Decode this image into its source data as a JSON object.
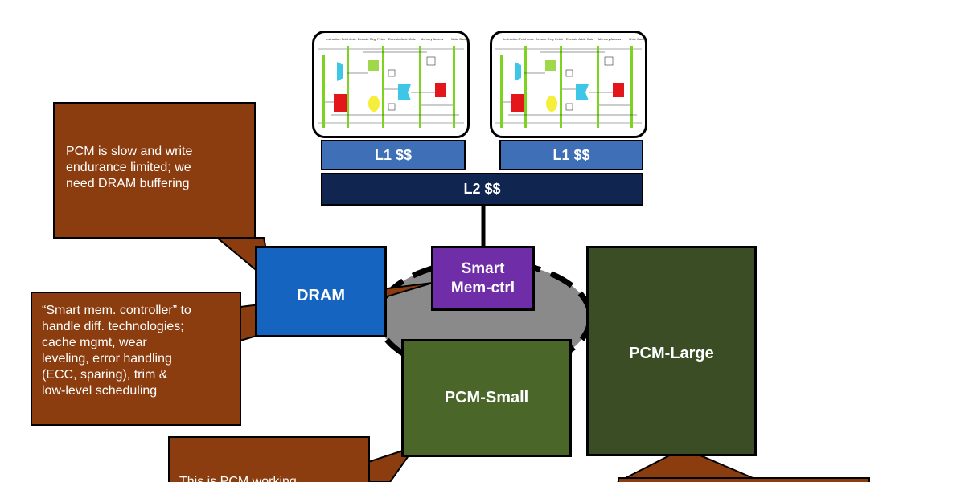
{
  "colors": {
    "callout_fill": "#8b3d0f",
    "l1_fill": "#3f6fb6",
    "l2_fill": "#10254f",
    "dram_fill": "#1565c0",
    "memctrl_fill": "#6f2da8",
    "pcm_small_fill": "#4a6629",
    "pcm_large_fill": "#3b4d24",
    "hub_fill": "#8a8a8a",
    "core_pipeline_green": "#7ed321",
    "core_red_block": "#e3161c",
    "core_cyan": "#3ec6e6",
    "core_yellow": "#f5ee3a"
  },
  "diagram": {
    "cores": [
      {
        "stage_headers": [
          "Instruction Fetch",
          "Instr. Decode Reg. Fetch",
          "Execute Addr. Calc",
          "Memory Access",
          "Write Back"
        ]
      },
      {
        "stage_headers": [
          "Instruction Fetch",
          "Instr. Decode Reg. Fetch",
          "Execute Addr. Calc",
          "Memory Access",
          "Write Back"
        ]
      }
    ],
    "l1_caches": [
      {
        "label": "L1 $$"
      },
      {
        "label": "L1 $$"
      }
    ],
    "l2_cache": {
      "label": "L2 $$"
    },
    "mem_ctrl": {
      "label_line1": "Smart",
      "label_line2": "Mem-ctrl"
    },
    "dram": {
      "label": "DRAM"
    },
    "pcm_small": {
      "label": "PCM-Small"
    },
    "pcm_large": {
      "label": "PCM-Large"
    },
    "callouts": {
      "dram_buffering": {
        "lines": [
          "PCM is slow and write",
          "endurance limited; we",
          "need DRAM buffering"
        ]
      },
      "smart_controller": {
        "lines": [
          "“Smart mem. controller” to",
          "handle diff. technologies;",
          "cache mgmt, wear",
          "leveling, error handling",
          "(ECC, sparing), trim &",
          "low-level scheduling"
        ]
      },
      "pcm_working": {
        "lines": [
          "This is PCM working"
        ]
      }
    }
  }
}
